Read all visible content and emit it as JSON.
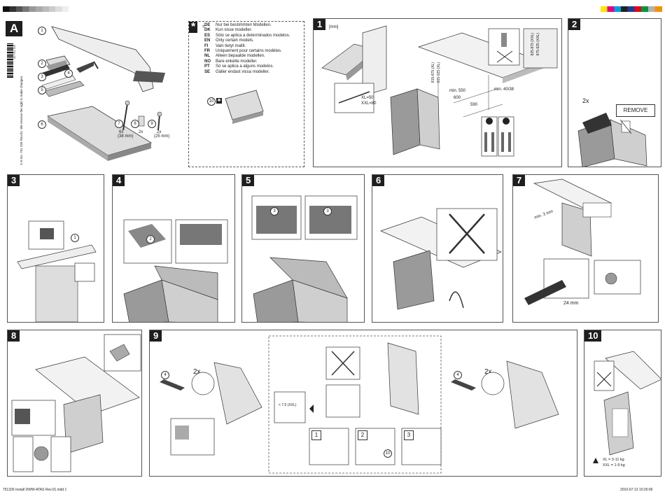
{
  "panelA": {
    "label": "A",
    "callouts": [
      "1",
      "2",
      "3",
      "4",
      "5",
      "6",
      "7",
      "8",
      "9"
    ],
    "screw7_qty": "6x",
    "screw7_size": "(38 mm)",
    "screw8_qty": "2x",
    "screw9_qty": "2x",
    "screw9_size": "(25 mm)",
    "side_text": "A-K-No. 751 326 Rev.01. We reserve the right to make changes.",
    "barcode_text": "00 751 326"
  },
  "star_panel": {
    "symbol": "*",
    "languages": [
      {
        "code": "DE",
        "text": "Nur bei bestimmten Modellen."
      },
      {
        "code": "DK",
        "text": "Kun visse modeller."
      },
      {
        "code": "ES",
        "text": "Sólo se aplica a determinados modelos."
      },
      {
        "code": "EN",
        "text": "Only certain models."
      },
      {
        "code": "FI",
        "text": "Vain tietyt mallit."
      },
      {
        "code": "FR",
        "text": "Uniquement pour certains modèles."
      },
      {
        "code": "NL",
        "text": "Alleen bepaalde modellen."
      },
      {
        "code": "NO",
        "text": "Bare enkelte modeller."
      },
      {
        "code": "PT",
        "text": "Só se aplica a alguns modelos."
      },
      {
        "code": "SE",
        "text": "Gäller endast vissa modeller."
      }
    ],
    "part_callout": "10"
  },
  "panel1": {
    "label": "1",
    "unit": "[mm]",
    "dims": [
      "XL=50",
      "XXL=80",
      "min. 550",
      "600",
      "590",
      "min. 40/38"
    ],
    "height_xl": "815-875 (XL)",
    "height_xl2": "865-925 (XL)",
    "height_xxl": "825-875 (XXL)",
    "height_xxl2": "875-925 (XXL)"
  },
  "panel2": {
    "label": "2",
    "count": "2x",
    "remove_label": "REMOVE"
  },
  "panel3": {
    "label": "3",
    "callout": "1"
  },
  "panel4": {
    "label": "4",
    "callout": "2"
  },
  "panel5": {
    "label": "5",
    "callout_left": "3",
    "callout_right": "3"
  },
  "panel6": {
    "label": "6"
  },
  "panel7": {
    "label": "7",
    "dim_min": "min. 3 mm",
    "wrench": "24 mm"
  },
  "panel8": {
    "label": "8"
  },
  "panel9": {
    "label": "9",
    "callout_a": "4",
    "count_a": "2x",
    "callout_b": "4",
    "count_b": "2x",
    "dim": "< 7.5 (XXL)",
    "steps": [
      "1",
      "2",
      "3"
    ],
    "step2_callout": "10"
  },
  "panel10": {
    "label": "10",
    "weight_xl": "XL = 3-11 kg",
    "weight_xxl": "XXL = 1-9 kg"
  },
  "footer": {
    "left": "751326 Install DWW-ATAS Rev.01.indd   1",
    "right": "2010-07-13   10:26:06"
  },
  "colors": {
    "panel_number_bg": "#1e1e1e",
    "line": "#555555",
    "appliance": "#cfcfcf",
    "dark": "#6a6a6a"
  }
}
